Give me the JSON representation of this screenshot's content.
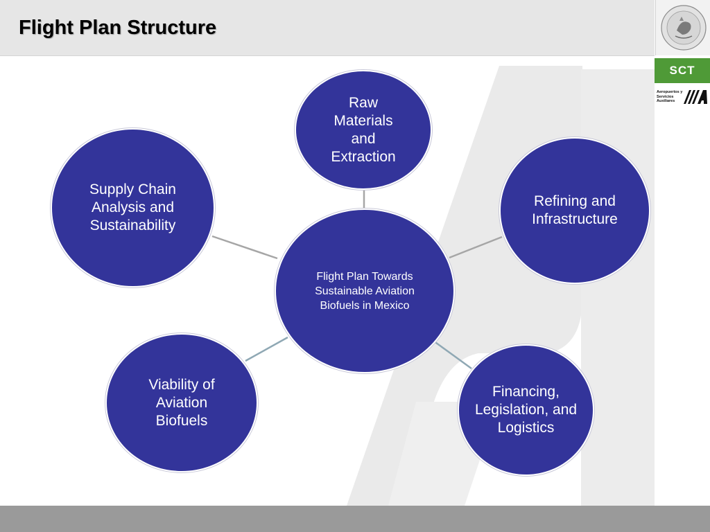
{
  "header": {
    "title": "Flight Plan Structure"
  },
  "logos": {
    "seal": "mexican-coat-of-arms",
    "sct_label": "SCT",
    "asa_text": "Aeropuertos y Servicios Auxiliares"
  },
  "diagram": {
    "center": "Flight Plan Towards Sustainable Aviation Biofuels in Mexico",
    "nodes": {
      "raw": "Raw Materials and Extraction",
      "refining": "Refining and Infrastructure",
      "financing": "Financing, Legislation, and Logistics",
      "viability": "Viability of Aviation Biofuels",
      "supply": "Supply Chain Analysis and Sustainability"
    }
  },
  "colors": {
    "node_fill": "#33349a",
    "header_bg": "#e6e6e6",
    "sct_green": "#4f9a37",
    "footer_bar": "#9a9a9a"
  }
}
